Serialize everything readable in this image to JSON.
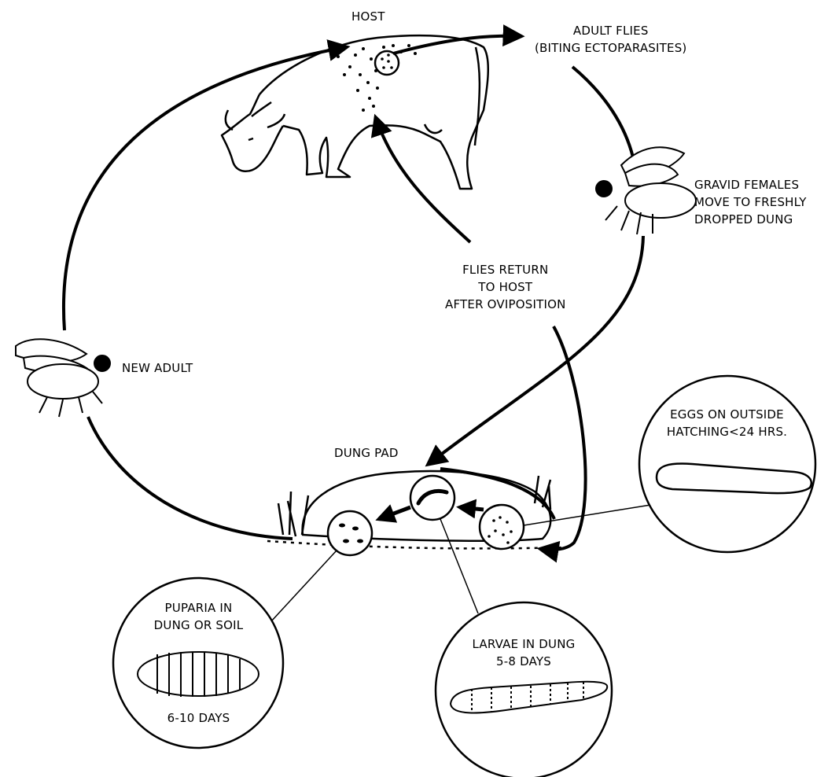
{
  "labels": {
    "host": "HOST",
    "adult_flies": [
      "ADULT FLIES",
      "(BITING ECTOPARASITES)"
    ],
    "gravid_females": [
      "GRAVID FEMALES",
      "MOVE TO FRESHLY",
      "DROPPED DUNG"
    ],
    "flies_return": [
      "FLIES RETURN",
      "TO HOST",
      "AFTER OVIPOSITION"
    ],
    "new_adult": "NEW ADULT",
    "dung_pad": "DUNG PAD",
    "eggs": [
      "EGGS ON OUTSIDE",
      "HATCHING<24 HRS."
    ],
    "puparia": [
      "PUPARIA IN",
      "DUNG OR SOIL"
    ],
    "puparia_days": "6-10 DAYS",
    "larvae": [
      "LARVAE IN DUNG",
      "5-8 DAYS"
    ]
  }
}
